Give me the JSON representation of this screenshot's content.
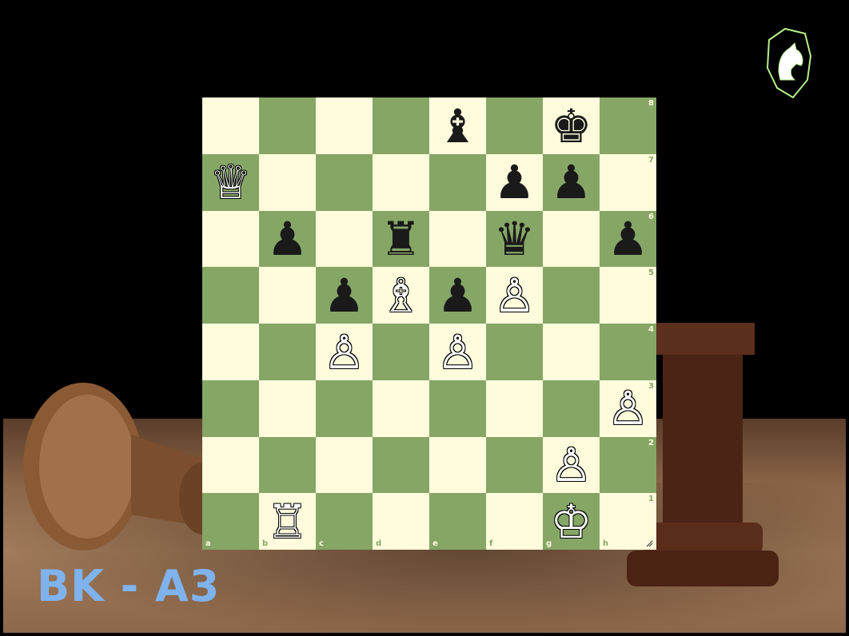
{
  "title": "BK - A3",
  "colors": {
    "light_square": "#fefcdc",
    "dark_square": "#86a666",
    "title": "#7fb3ee"
  },
  "board": {
    "files": [
      "a",
      "b",
      "c",
      "d",
      "e",
      "f",
      "g",
      "h"
    ],
    "ranks": [
      "8",
      "7",
      "6",
      "5",
      "4",
      "3",
      "2",
      "1"
    ],
    "pieces": [
      {
        "square": "e8",
        "piece": "bishop",
        "color": "black"
      },
      {
        "square": "g8",
        "piece": "king",
        "color": "black"
      },
      {
        "square": "a7",
        "piece": "queen",
        "color": "white"
      },
      {
        "square": "f7",
        "piece": "pawn",
        "color": "black"
      },
      {
        "square": "g7",
        "piece": "pawn",
        "color": "black"
      },
      {
        "square": "b6",
        "piece": "pawn",
        "color": "black"
      },
      {
        "square": "d6",
        "piece": "rook",
        "color": "black"
      },
      {
        "square": "f6",
        "piece": "queen",
        "color": "black"
      },
      {
        "square": "h6",
        "piece": "pawn",
        "color": "black"
      },
      {
        "square": "c5",
        "piece": "pawn",
        "color": "black"
      },
      {
        "square": "d5",
        "piece": "bishop",
        "color": "white"
      },
      {
        "square": "e5",
        "piece": "pawn",
        "color": "black"
      },
      {
        "square": "f5",
        "piece": "pawn",
        "color": "white"
      },
      {
        "square": "c4",
        "piece": "pawn",
        "color": "white"
      },
      {
        "square": "e4",
        "piece": "pawn",
        "color": "white"
      },
      {
        "square": "h3",
        "piece": "pawn",
        "color": "white"
      },
      {
        "square": "g2",
        "piece": "pawn",
        "color": "white"
      },
      {
        "square": "b1",
        "piece": "rook",
        "color": "white"
      },
      {
        "square": "g1",
        "piece": "king",
        "color": "white"
      }
    ]
  }
}
